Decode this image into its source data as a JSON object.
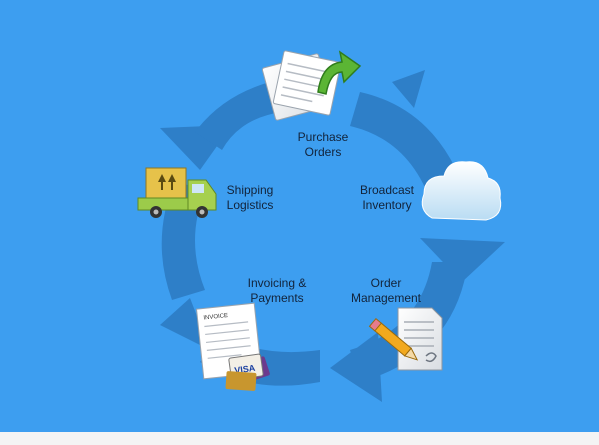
{
  "colors": {
    "background": "#3d9ef0",
    "cycle_arrow": "#2d7cc4",
    "text": "#12233a"
  },
  "cycle_direction": "clockwise",
  "steps": [
    {
      "id": "purchase-orders",
      "label": "Purchase\nOrders",
      "icon": "document-with-green-arrow-icon"
    },
    {
      "id": "broadcast-inventory",
      "label": "Broadcast\nInventory",
      "icon": "cloud-icon"
    },
    {
      "id": "order-management",
      "label": "Order\nManagement",
      "icon": "document-with-pencil-icon"
    },
    {
      "id": "invoicing-payments",
      "label": "Invoicing &\nPayments",
      "icon": "invoice-with-credit-cards-icon"
    },
    {
      "id": "shipping-logistics",
      "label": "Shipping\nLogistics",
      "icon": "delivery-truck-icon"
    }
  ],
  "icon_text": {
    "invoice_header": "INVOICE",
    "card_brand": "VISA"
  }
}
